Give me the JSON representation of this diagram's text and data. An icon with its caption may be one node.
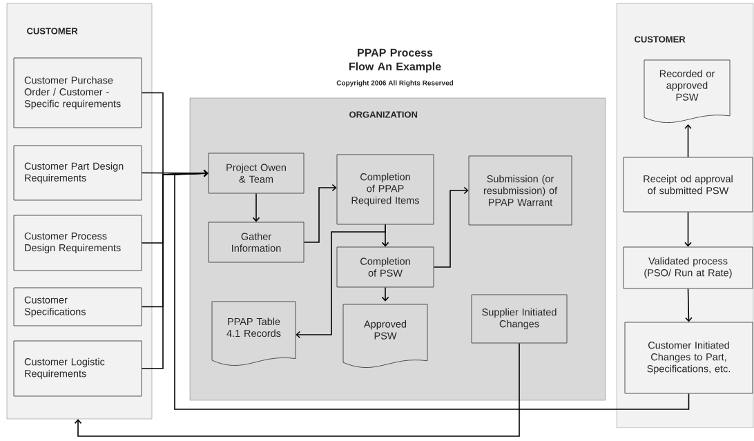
{
  "diagram": {
    "title": "PPAP Process Flow An Example",
    "nodes": [
      {
        "text": [
          "CUSTOMER"
        ]
      },
      {
        "text": [
          "Customer Purchase Order / Customer -Specific requirements"
        ],
        "in": 0
      },
      {
        "text": [
          "Customer Part Design Requirements"
        ],
        "in": 0
      },
      {
        "text": [
          "Customer Process Design Requirements"
        ],
        "in": 0
      },
      {
        "text": [
          "Customer Specifications"
        ],
        "in": 0
      },
      {
        "text": [
          "Customer Logistic Requirements"
        ],
        "in": 0
      },
      {
        "text": [
          "ORGANIZATION"
        ]
      },
      {
        "text": [
          "Project Owen & Team"
        ],
        "in": 6
      },
      {
        "text": [
          "Completion of PPAP Required Items"
        ],
        "in": 6
      },
      {
        "text": [
          "Submission (or resubmission) of PPAP Warrant"
        ],
        "in": 6
      },
      {
        "text": [
          "Gather Information"
        ],
        "in": 6
      },
      {
        "text": [
          "Completion of PSW"
        ],
        "in": 6
      },
      {
        "text": [
          "PPAP Table 4.1 Records"
        ],
        "in": 6
      },
      {
        "text": [
          "Approved PSW"
        ],
        "in": 6
      },
      {
        "text": [
          "Supplier Initiated Changes"
        ],
        "in": 6
      },
      {
        "text": [
          "CUSTOMER"
        ]
      },
      {
        "text": [
          "Recorded or approved PSW"
        ],
        "in": 15
      },
      {
        "text": [
          "Receipt od approval of submitted PSW"
        ],
        "in": 15
      },
      {
        "text": [
          "Validated process (PSO/ Run at Rate)"
        ],
        "in": 15
      },
      {
        "text": [
          "Customer Initiated Changes to Part, Specifications, etc."
        ],
        "in": 15
      }
    ],
    "edges": [
      {
        "from": 1,
        "to": 7,
        "arrow": "to"
      },
      {
        "from": 2,
        "to": 7,
        "arrow": "to"
      },
      {
        "from": 3,
        "to": 7,
        "arrow": "to"
      },
      {
        "from": 4,
        "to": 7,
        "arrow": "to"
      },
      {
        "from": 5,
        "to": 7,
        "arrow": "to"
      },
      {
        "from": 7,
        "to": 10,
        "arrow": "to"
      },
      {
        "from": 10,
        "to": 8,
        "arrow": "to"
      },
      {
        "from": 8,
        "to": 11,
        "arrow": "to"
      },
      {
        "from": 8,
        "to": 12,
        "arrow": "to"
      },
      {
        "from": 11,
        "to": 9,
        "arrow": "to"
      },
      {
        "from": 11,
        "to": 13,
        "arrow": "to"
      },
      {
        "from": 17,
        "to": 16,
        "arrow": "to"
      },
      {
        "from": 17,
        "to": 18,
        "arrow": "to"
      },
      {
        "from": 18,
        "to": 19,
        "arrow": "to"
      },
      {
        "from": 19,
        "to": 7,
        "arrow": "to"
      },
      {
        "from": 14,
        "to": 0,
        "arrow": "to"
      }
    ],
    "labels": [
      "Copyright 2006 All Rights Reserved"
    ]
  }
}
